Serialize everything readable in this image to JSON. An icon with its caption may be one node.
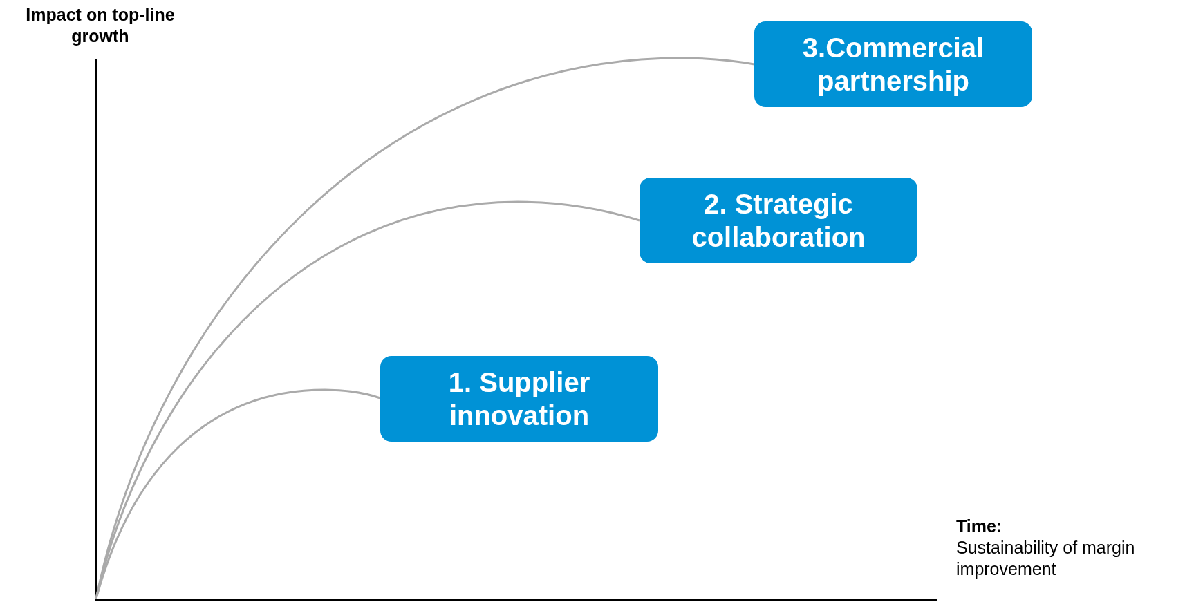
{
  "diagram": {
    "nodes": [
      {
        "text": [
          "3.Commercial partnership"
        ]
      },
      {
        "text": [
          "2. Strategic collaboration"
        ]
      },
      {
        "text": [
          "1. Supplier innovation"
        ]
      }
    ],
    "edges": [
      {
        "from": null,
        "to": 0,
        "arrow": "none"
      },
      {
        "from": null,
        "to": 1,
        "arrow": "none"
      },
      {
        "from": null,
        "to": 2,
        "arrow": "none"
      }
    ],
    "labels": [
      "Impact on top-line growth",
      "Time:",
      "Sustainability of margin improvement"
    ]
  }
}
